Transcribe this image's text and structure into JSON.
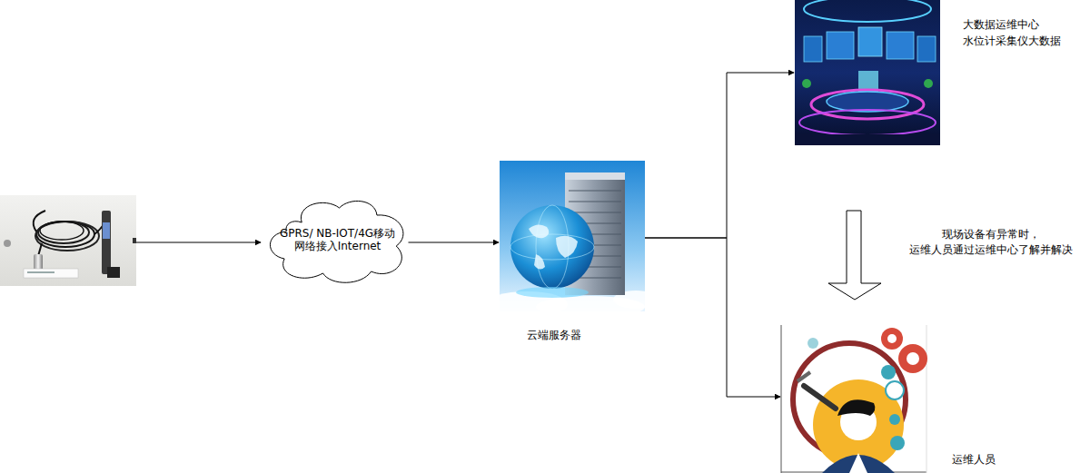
{
  "diagram": {
    "nodes": [
      {
        "text": [
          "GPRS/ NB-IOT/4G移动 网络接入Internet"
        ]
      },
      {
        "text": [
          "云端服务器"
        ]
      },
      {
        "text": [
          "大数据运维中心 水位计采集仪大数据"
        ]
      },
      {
        "text": [
          "运维人员"
        ]
      }
    ],
    "edges": [
      {
        "from": 0,
        "to": 1,
        "arrow": "to"
      },
      {
        "from": 1,
        "to": 2,
        "arrow": "to"
      },
      {
        "from": 1,
        "to": 3,
        "arrow": "to"
      }
    ],
    "labels": [
      "现场设备有异常时， 运维人员通过运维中心了解并解决"
    ]
  }
}
